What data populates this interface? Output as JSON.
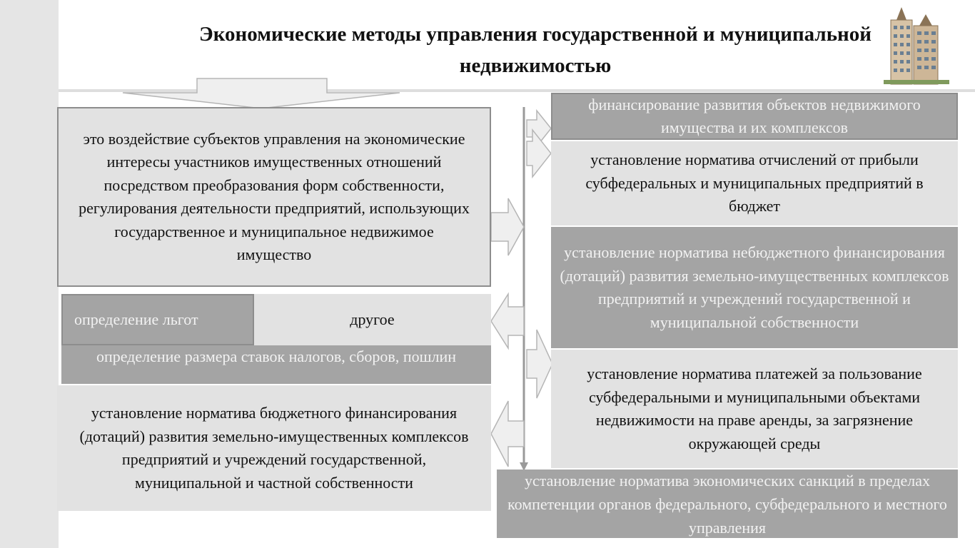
{
  "title": "Экономические методы управления государственной и муниципальной недвижимостью",
  "definition": "это воздействие субъектов управления на экономические интересы участников имущественных отношений посредством преобразования форм собственности, регулирования деятельности предприятий, использующих государственное и муниципальное недвижимое имущество",
  "left_methods": {
    "benefits": "определение льгот",
    "other": "другое",
    "tax_rates": "определение размера ставок налогов, сборов, пошлин",
    "budget_financing": "установление норматива бюджетного финансирования (дотаций) развития земельно-имущественных комплексов предприятий и учреждений государственной, муниципальной и частной собственности"
  },
  "right_methods": {
    "financing_development": "финансирование развития объектов недвижимого имущества и их комплексов",
    "profit_deductions": "установление норматива отчислений от прибыли субфедеральных и муниципальных предприятий в бюджет",
    "non_budget_financing": "установление норматива небюджетного финансирования (дотаций) развития земельно-имущественных комплексов предприятий и учреждений государственной и муниципальной собственности",
    "rent_payments": "установление норматива платежей за пользование субфедеральными и муниципальными объектами недвижимости на праве аренды, за загрязнение окружающей среды",
    "sanctions": "установление норматива экономических санкций в пределах компетенции органов федерального, субфедерального и местного управления"
  },
  "colors": {
    "page_margin": "#e5e5e5",
    "box_light": "#e2e2e2",
    "box_dark": "#a4a4a4",
    "frame": "#8d8d8d",
    "arrow_fill": "#efefef",
    "arrow_stroke": "#b5b5b5",
    "axis_line": "#9a9a9a"
  }
}
